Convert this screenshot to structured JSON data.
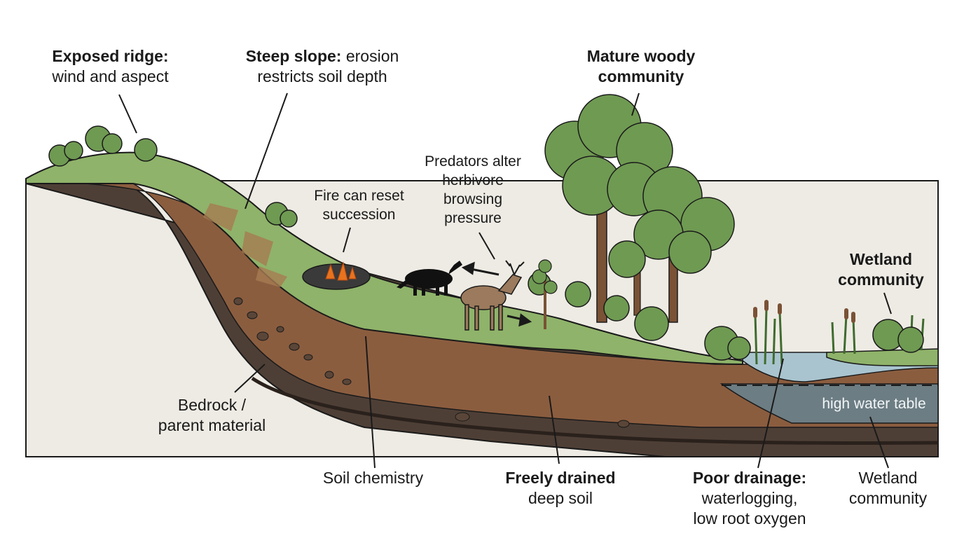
{
  "labels": {
    "ridge": {
      "bold": "Exposed ridge:",
      "rest": "wind and aspect"
    },
    "slope": {
      "bold": "Steep slope:",
      "rest1": " erosion",
      "rest2": "restricts soil depth"
    },
    "woody": {
      "line1": "Mature woody",
      "line2": "community"
    },
    "wetland_top": {
      "line1": "Wetland",
      "line2": "community"
    },
    "predators": {
      "line1": "Predators alter",
      "line2": "herbivore",
      "line3": "browsing",
      "line4": "pressure"
    },
    "fire": {
      "line1": "Fire can reset",
      "line2": "succession"
    },
    "bedrock": {
      "line1": "Bedrock /",
      "line2": "parent material"
    },
    "soil_chemistry": "Soil chemistry",
    "freely": {
      "bold": "Freely drained",
      "rest": "deep soil"
    },
    "poor": {
      "bold": "Poor drainage:",
      "rest1": "waterlogging,",
      "rest2": "low root oxygen"
    },
    "wetland_bottom": {
      "line1": "Wetland",
      "line2": "community"
    },
    "water_table": "high water table"
  },
  "colors": {
    "grass": "#8fb36a",
    "topsoil": "#7a5235",
    "subsoil": "#8b5d3f",
    "deep_layer": "#4e3f36",
    "bedrock": "#eeebe4",
    "water": "#a9c4cf",
    "groundwater": "#6c7d83",
    "tree_foliage": "#6f9a52",
    "outline": "#1a1a1a"
  }
}
